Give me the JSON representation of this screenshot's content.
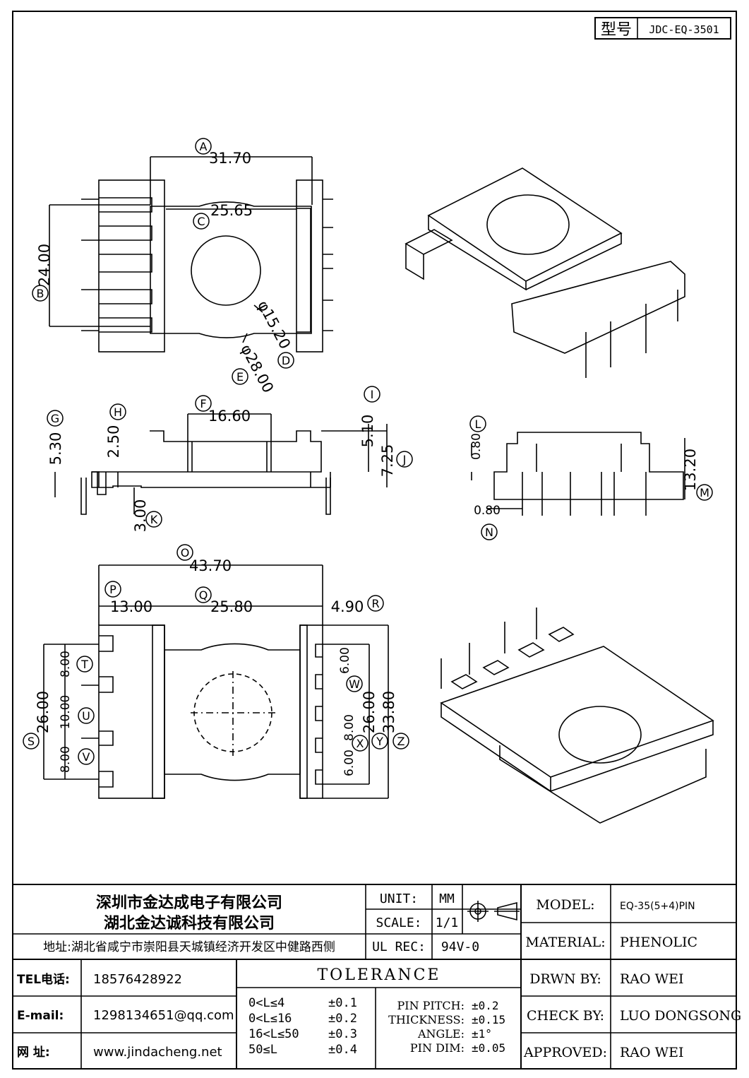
{
  "title_block": {
    "model_tag_label": "型号",
    "model_tag_value": "JDC-EQ-3501",
    "company_1": "深圳市金达成电子有限公司",
    "company_2": "湖北金达诚科技有限公司",
    "address": "地址:湖北省咸宁市崇阳县天城镇经济开发区中健路西侧",
    "tel_label": "TEL电话:",
    "tel_value": "18576428922",
    "email_label": "E-mail:",
    "email_value": "1298134651@qq.com",
    "web_label": "网    址:",
    "web_value": "www.jindacheng.net",
    "unit_label": "UNIT:",
    "unit_value": "MM",
    "scale_label": "SCALE:",
    "scale_value": "1/1",
    "ulrec_label": "UL REC:",
    "ulrec_value": "94V-0",
    "model_label": "MODEL:",
    "model_value": "EQ-35(5+4)PIN",
    "material_label": "MATERIAL:",
    "material_value": "PHENOLIC",
    "drwn_label": "DRWN BY:",
    "drwn_value": "RAO WEI",
    "check_label": "CHECK BY:",
    "check_value": "LUO DONGSONG",
    "approved_label": "APPROVED:",
    "approved_value": "RAO WEI",
    "tolerance_title": "TOLERANCE",
    "tolerance_rows": [
      {
        "range": "0<L≤4",
        "value": "±0.1"
      },
      {
        "range": "0<L≤16",
        "value": "±0.2"
      },
      {
        "range": "16<L≤50",
        "value": "±0.3"
      },
      {
        "range": "50≤L",
        "value": "±0.4"
      }
    ],
    "other_tolerances": [
      {
        "label": "PIN PITCH:",
        "value": "±0.2"
      },
      {
        "label": "THICKNESS:",
        "value": "±0.15"
      },
      {
        "label": "ANGLE:",
        "value": "±1°"
      },
      {
        "label": "PIN DIM:",
        "value": "±0.05"
      }
    ]
  },
  "dimensions": {
    "A": "31.70",
    "B": "24.00",
    "C": "25.65",
    "D": "φ15.20",
    "E": "φ28.00",
    "F": "16.60",
    "G": "5.30",
    "H": "2.50",
    "I": "5.10",
    "J": "7.25",
    "K": "3.00",
    "L": "0.80",
    "M": "13.20",
    "N": "0.80",
    "O": "43.70",
    "P": "13.00",
    "Q": "25.80",
    "R": "4.90",
    "S": "26.00",
    "T": "8.00",
    "U": "10.00",
    "V": "8.00",
    "W": "6.00",
    "X": "8.00",
    "Y": "26.00",
    "Z": "33.80",
    "X2": "6.00"
  },
  "markers": [
    "A",
    "B",
    "C",
    "D",
    "E",
    "F",
    "G",
    "H",
    "I",
    "J",
    "K",
    "L",
    "M",
    "N",
    "O",
    "P",
    "Q",
    "R",
    "S",
    "T",
    "U",
    "V",
    "W",
    "X",
    "Y",
    "Z"
  ]
}
